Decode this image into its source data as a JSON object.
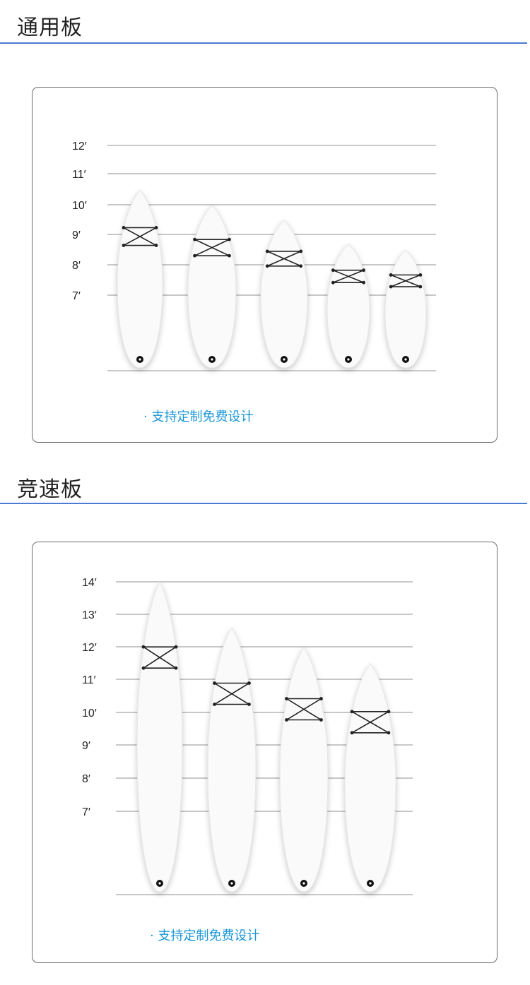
{
  "sections": [
    {
      "title": "通用板",
      "note": "· 支持定制免费设计",
      "ticks": [
        "12′",
        "11′",
        "10′",
        "9′",
        "8′",
        "7′"
      ],
      "boards": [
        {
          "length_ft": 10.5,
          "handle": "cross-strap"
        },
        {
          "length_ft": 10.0,
          "handle": "cross-strap"
        },
        {
          "length_ft": 9.5,
          "handle": "cross-strap"
        },
        {
          "length_ft": 8.7,
          "handle": "cross-strap"
        },
        {
          "length_ft": 8.5,
          "handle": "cross-strap"
        }
      ]
    },
    {
      "title": "竞速板",
      "note": "· 支持定制免费设计",
      "ticks": [
        "14′",
        "13′",
        "12′",
        "11′",
        "10′",
        "9′",
        "8′",
        "7′"
      ],
      "boards": [
        {
          "length_ft": 14,
          "handle": "cross-strap"
        },
        {
          "length_ft": 12.6,
          "handle": "cross-strap"
        },
        {
          "length_ft": 12,
          "handle": "cross-strap"
        },
        {
          "length_ft": 11.5,
          "handle": "cross-strap"
        }
      ]
    }
  ],
  "colors": {
    "accent_rule": "#4a7bd6",
    "note_text": "#1996d6",
    "gridline": "#b5b5b5"
  }
}
